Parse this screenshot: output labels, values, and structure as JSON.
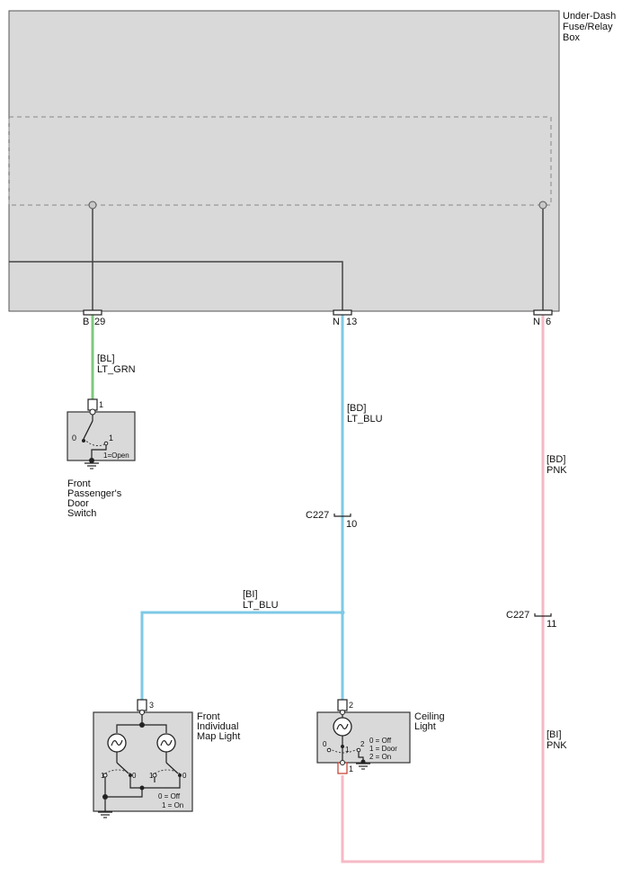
{
  "fuse_box": {
    "title": [
      "Under-Dash",
      "Fuse/Relay",
      "Box"
    ]
  },
  "pins": {
    "b29": {
      "connector": "B",
      "number": "29"
    },
    "n13": {
      "connector": "N",
      "number": "13"
    },
    "n6": {
      "connector": "N",
      "number": "6"
    }
  },
  "wires": {
    "green": {
      "circuit": "[BL]",
      "color_name": "LT_GRN",
      "hex": "#7dc87d"
    },
    "blue_top": {
      "circuit": "[BD]",
      "color_name": "LT_BLU",
      "hex": "#7ec9e6"
    },
    "blue_branch": {
      "circuit": "[BI]",
      "color_name": "LT_BLU",
      "hex": "#7ec9e6"
    },
    "pink_top": {
      "circuit": "[BD]",
      "color_name": "PNK",
      "hex": "#f6b9c6"
    },
    "pink_bottom": {
      "circuit": "[BI]",
      "color_name": "PNK",
      "hex": "#f6b9c6"
    }
  },
  "connectors": {
    "c227_blue": {
      "name": "C227",
      "pin": "10"
    },
    "c227_pink": {
      "name": "C227",
      "pin": "11"
    }
  },
  "components": {
    "door_switch": {
      "pin": "1",
      "label": [
        "Front",
        "Passenger's",
        "Door",
        "Switch"
      ],
      "states": {
        "zero": "0",
        "one": "1",
        "legend": "1=Open"
      }
    },
    "map_light": {
      "pin": "3",
      "label": [
        "Front",
        "Individual",
        "Map Light"
      ],
      "switch_marks": {
        "one": "1",
        "zero": "0"
      },
      "legend": [
        "0 = Off",
        "1 = On"
      ]
    },
    "ceiling_light": {
      "pin_top": "2",
      "pin_bottom": "1",
      "label": [
        "Ceiling",
        "Light"
      ],
      "switch_marks": {
        "zero": "0",
        "one": "1",
        "two": "2"
      },
      "legend": [
        "0 = Off",
        "1 = Door",
        "2 = On"
      ]
    }
  }
}
